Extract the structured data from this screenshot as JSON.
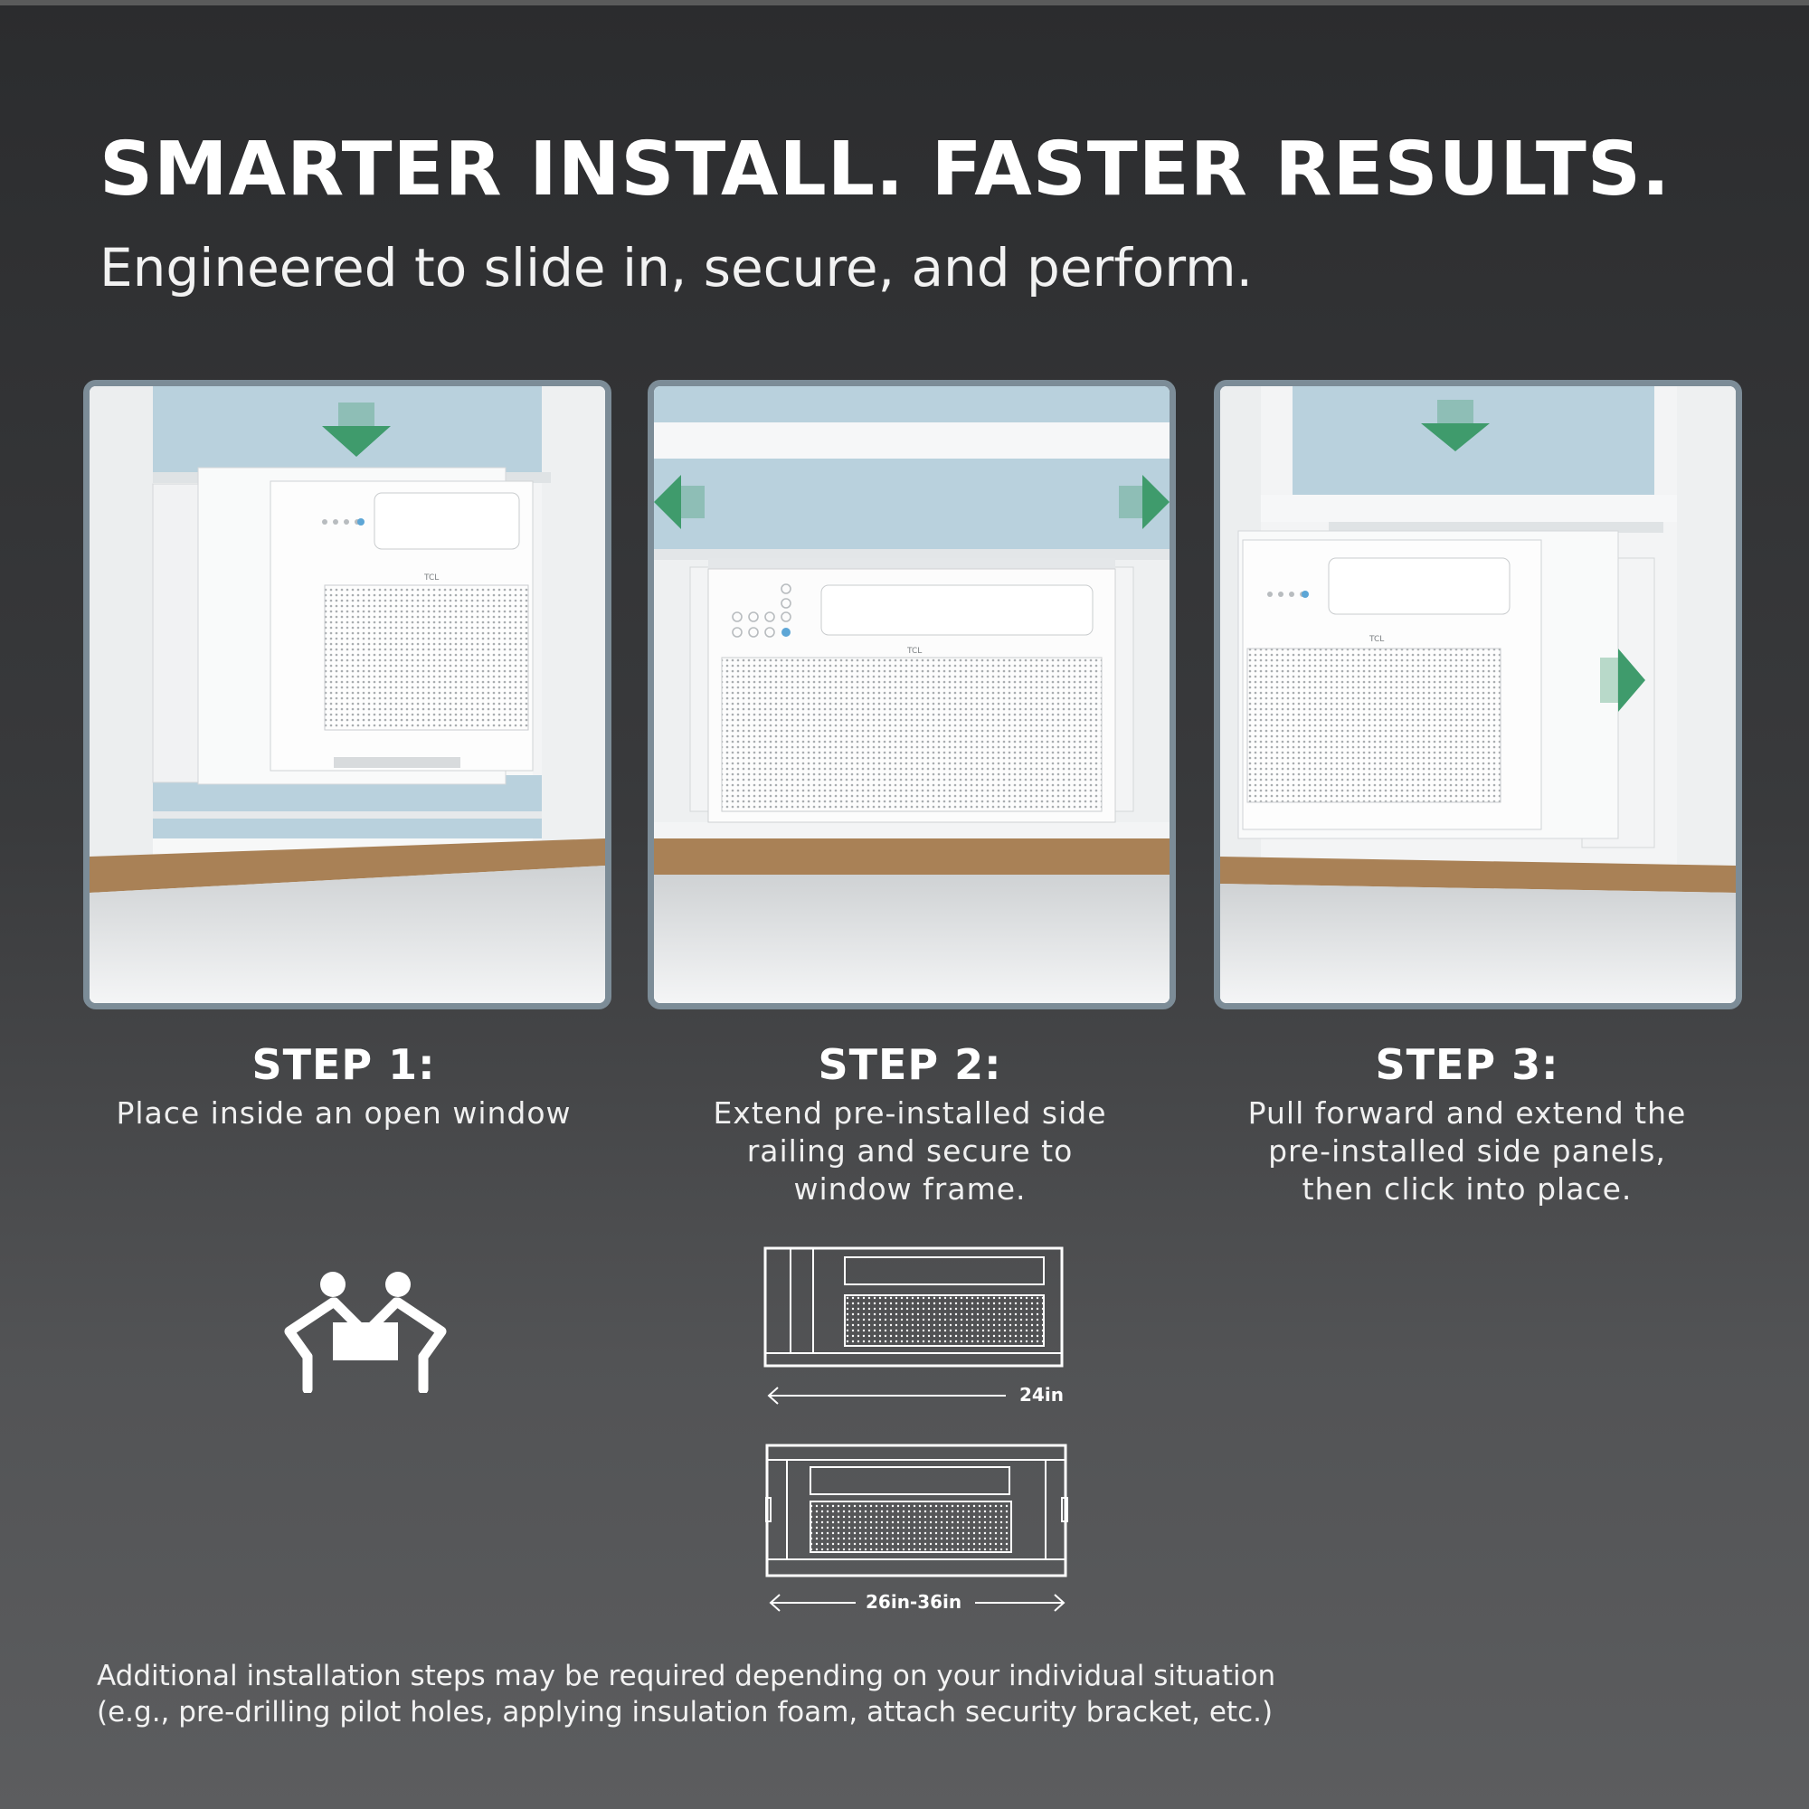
{
  "headline": "SMARTER INSTALL. FASTER RESULTS.",
  "subheadline": "Engineered to slide in, secure, and perform.",
  "brand_label": "TCL",
  "steps": [
    {
      "title": "STEP 1:",
      "lines": [
        "Place inside an open window"
      ]
    },
    {
      "title": "STEP 2:",
      "lines": [
        "Extend pre-installed side",
        "railing and secure to",
        "window frame."
      ]
    },
    {
      "title": "STEP 3:",
      "lines": [
        "Pull forward and extend the",
        "pre-installed side panels,",
        "then click into place."
      ]
    }
  ],
  "dimensions": {
    "closed": "24in",
    "extended": "26in-36in"
  },
  "footnote": {
    "line1": "Additional installation steps may be required depending on your individual situation",
    "line2": "(e.g., pre-drilling pilot holes, applying insulation foam, attach security bracket, etc.)"
  },
  "colors": {
    "accent_arrow": "#3f9b6c",
    "panel_border": "#7c8c97",
    "sill": "#a98156",
    "sky": "#b9d1dd"
  },
  "icons": [
    "down-arrow-icon",
    "left-arrow-icon",
    "right-arrow-icon",
    "two-person-lift-icon"
  ]
}
